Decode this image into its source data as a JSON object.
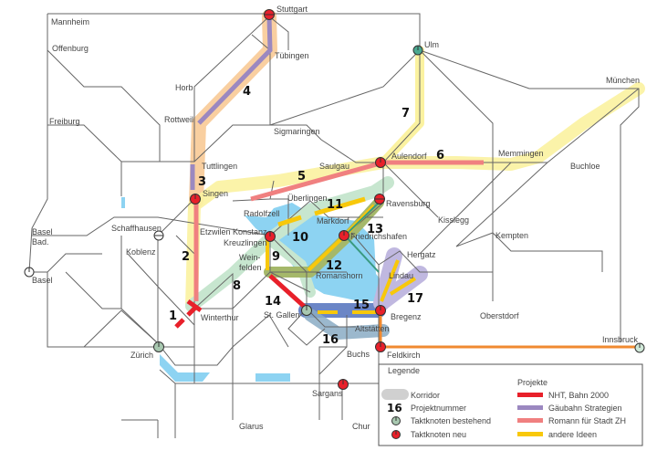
{
  "map": {
    "colors": {
      "lake": "#8dd3f2",
      "red": "#e8202a",
      "purple": "#9b88c0",
      "pink": "#f08080",
      "yellow": "#f8c80a",
      "corridor_orange": "#f9cfa0",
      "corridor_yellow": "#fbf2a0",
      "corridor_green": "#c7e6cf",
      "corridor_olive": "#a5b86a",
      "corridor_blue": "#5b79c0",
      "corridor_steel": "#8aacc4",
      "corridor_lavender": "#c0b8e0",
      "orange_line": "#f08a30",
      "teal_line": "#3a9a80",
      "node_existing": "#a8c8b0",
      "node_new": "#e8202a"
    },
    "cities": [
      {
        "id": "stuttgart",
        "label": "Stuttgart"
      },
      {
        "id": "mannheim",
        "label": "Mannheim"
      },
      {
        "id": "offenburg",
        "label": "Offenburg"
      },
      {
        "id": "tuebingen",
        "label": "Tübingen"
      },
      {
        "id": "ulm",
        "label": "Ulm"
      },
      {
        "id": "muenchen",
        "label": "München"
      },
      {
        "id": "horb",
        "label": "Horb"
      },
      {
        "id": "rottweil",
        "label": "Rottweil"
      },
      {
        "id": "freiburg",
        "label": "Freiburg"
      },
      {
        "id": "sigmaringen",
        "label": "Sigmaringen"
      },
      {
        "id": "tuttlingen",
        "label": "Tuttlingen"
      },
      {
        "id": "saulgau",
        "label": "Saulgau"
      },
      {
        "id": "aulendorf",
        "label": "Aulendorf"
      },
      {
        "id": "memmingen",
        "label": "Memmingen"
      },
      {
        "id": "buchloe",
        "label": "Buchloe"
      },
      {
        "id": "singen",
        "label": "Singen"
      },
      {
        "id": "ueberlingen",
        "label": "Überlingen"
      },
      {
        "id": "ravensburg",
        "label": "Ravensburg"
      },
      {
        "id": "radolfzell",
        "label": "Radolfzell"
      },
      {
        "id": "markdorf",
        "label": "Markdorf"
      },
      {
        "id": "kisslegg",
        "label": "Kisslegg"
      },
      {
        "id": "basel_bad",
        "label": "Basel Bad."
      },
      {
        "id": "schaffhausen",
        "label": "Schaffhausen"
      },
      {
        "id": "etzwilen_konstanz",
        "label": "Etzwilen Konstanz"
      },
      {
        "id": "kreuzlingen",
        "label": "Kreuzlingen"
      },
      {
        "id": "friedrichshafen",
        "label": "Friedrichshafen"
      },
      {
        "id": "kempten",
        "label": "Kempten"
      },
      {
        "id": "koblenz",
        "label": "Koblenz"
      },
      {
        "id": "weinfelden",
        "label": "Wein-\nfelden"
      },
      {
        "id": "hergatz",
        "label": "Hergatz"
      },
      {
        "id": "basel",
        "label": "Basel"
      },
      {
        "id": "romanshorn",
        "label": "Romanshorn"
      },
      {
        "id": "lindau",
        "label": "Lindau"
      },
      {
        "id": "winterthur",
        "label": "Winterthur"
      },
      {
        "id": "st_gallen",
        "label": "St. Gallen"
      },
      {
        "id": "bregenz",
        "label": "Bregenz"
      },
      {
        "id": "oberstdorf",
        "label": "Oberstdorf"
      },
      {
        "id": "altstaetten",
        "label": "Altstätten"
      },
      {
        "id": "zuerich",
        "label": "Zürich"
      },
      {
        "id": "buchs",
        "label": "Buchs"
      },
      {
        "id": "feldkirch",
        "label": "Feldkirch"
      },
      {
        "id": "innsbruck",
        "label": "Innsbruck"
      },
      {
        "id": "sargans",
        "label": "Sargans"
      },
      {
        "id": "glarus",
        "label": "Glarus"
      },
      {
        "id": "chur",
        "label": "Chur"
      }
    ],
    "project_numbers": [
      "1",
      "2",
      "3",
      "4",
      "5",
      "6",
      "7",
      "8",
      "9",
      "10",
      "11",
      "12",
      "13",
      "14",
      "15",
      "16",
      "17"
    ]
  },
  "legend": {
    "title": "Legende",
    "projects_title": "Projekte",
    "items_left": [
      {
        "symbol": "corridor",
        "label": "Korridor"
      },
      {
        "symbol": "number",
        "number": "16",
        "label": "Projektnummer"
      },
      {
        "symbol": "node-existing",
        "label": "Taktknoten bestehend"
      },
      {
        "symbol": "node-new",
        "label": "Taktknoten neu"
      }
    ],
    "items_right": [
      {
        "color": "#e8202a",
        "label": "NHT, Bahn 2000"
      },
      {
        "color": "#9b88c0",
        "label": "Gäubahn Strategien"
      },
      {
        "color": "#f08080",
        "label": "Romann für Stadt ZH"
      },
      {
        "color": "#f8c80a",
        "label": "andere Ideen"
      }
    ],
    "corridor_color": "#d0d0d0"
  }
}
